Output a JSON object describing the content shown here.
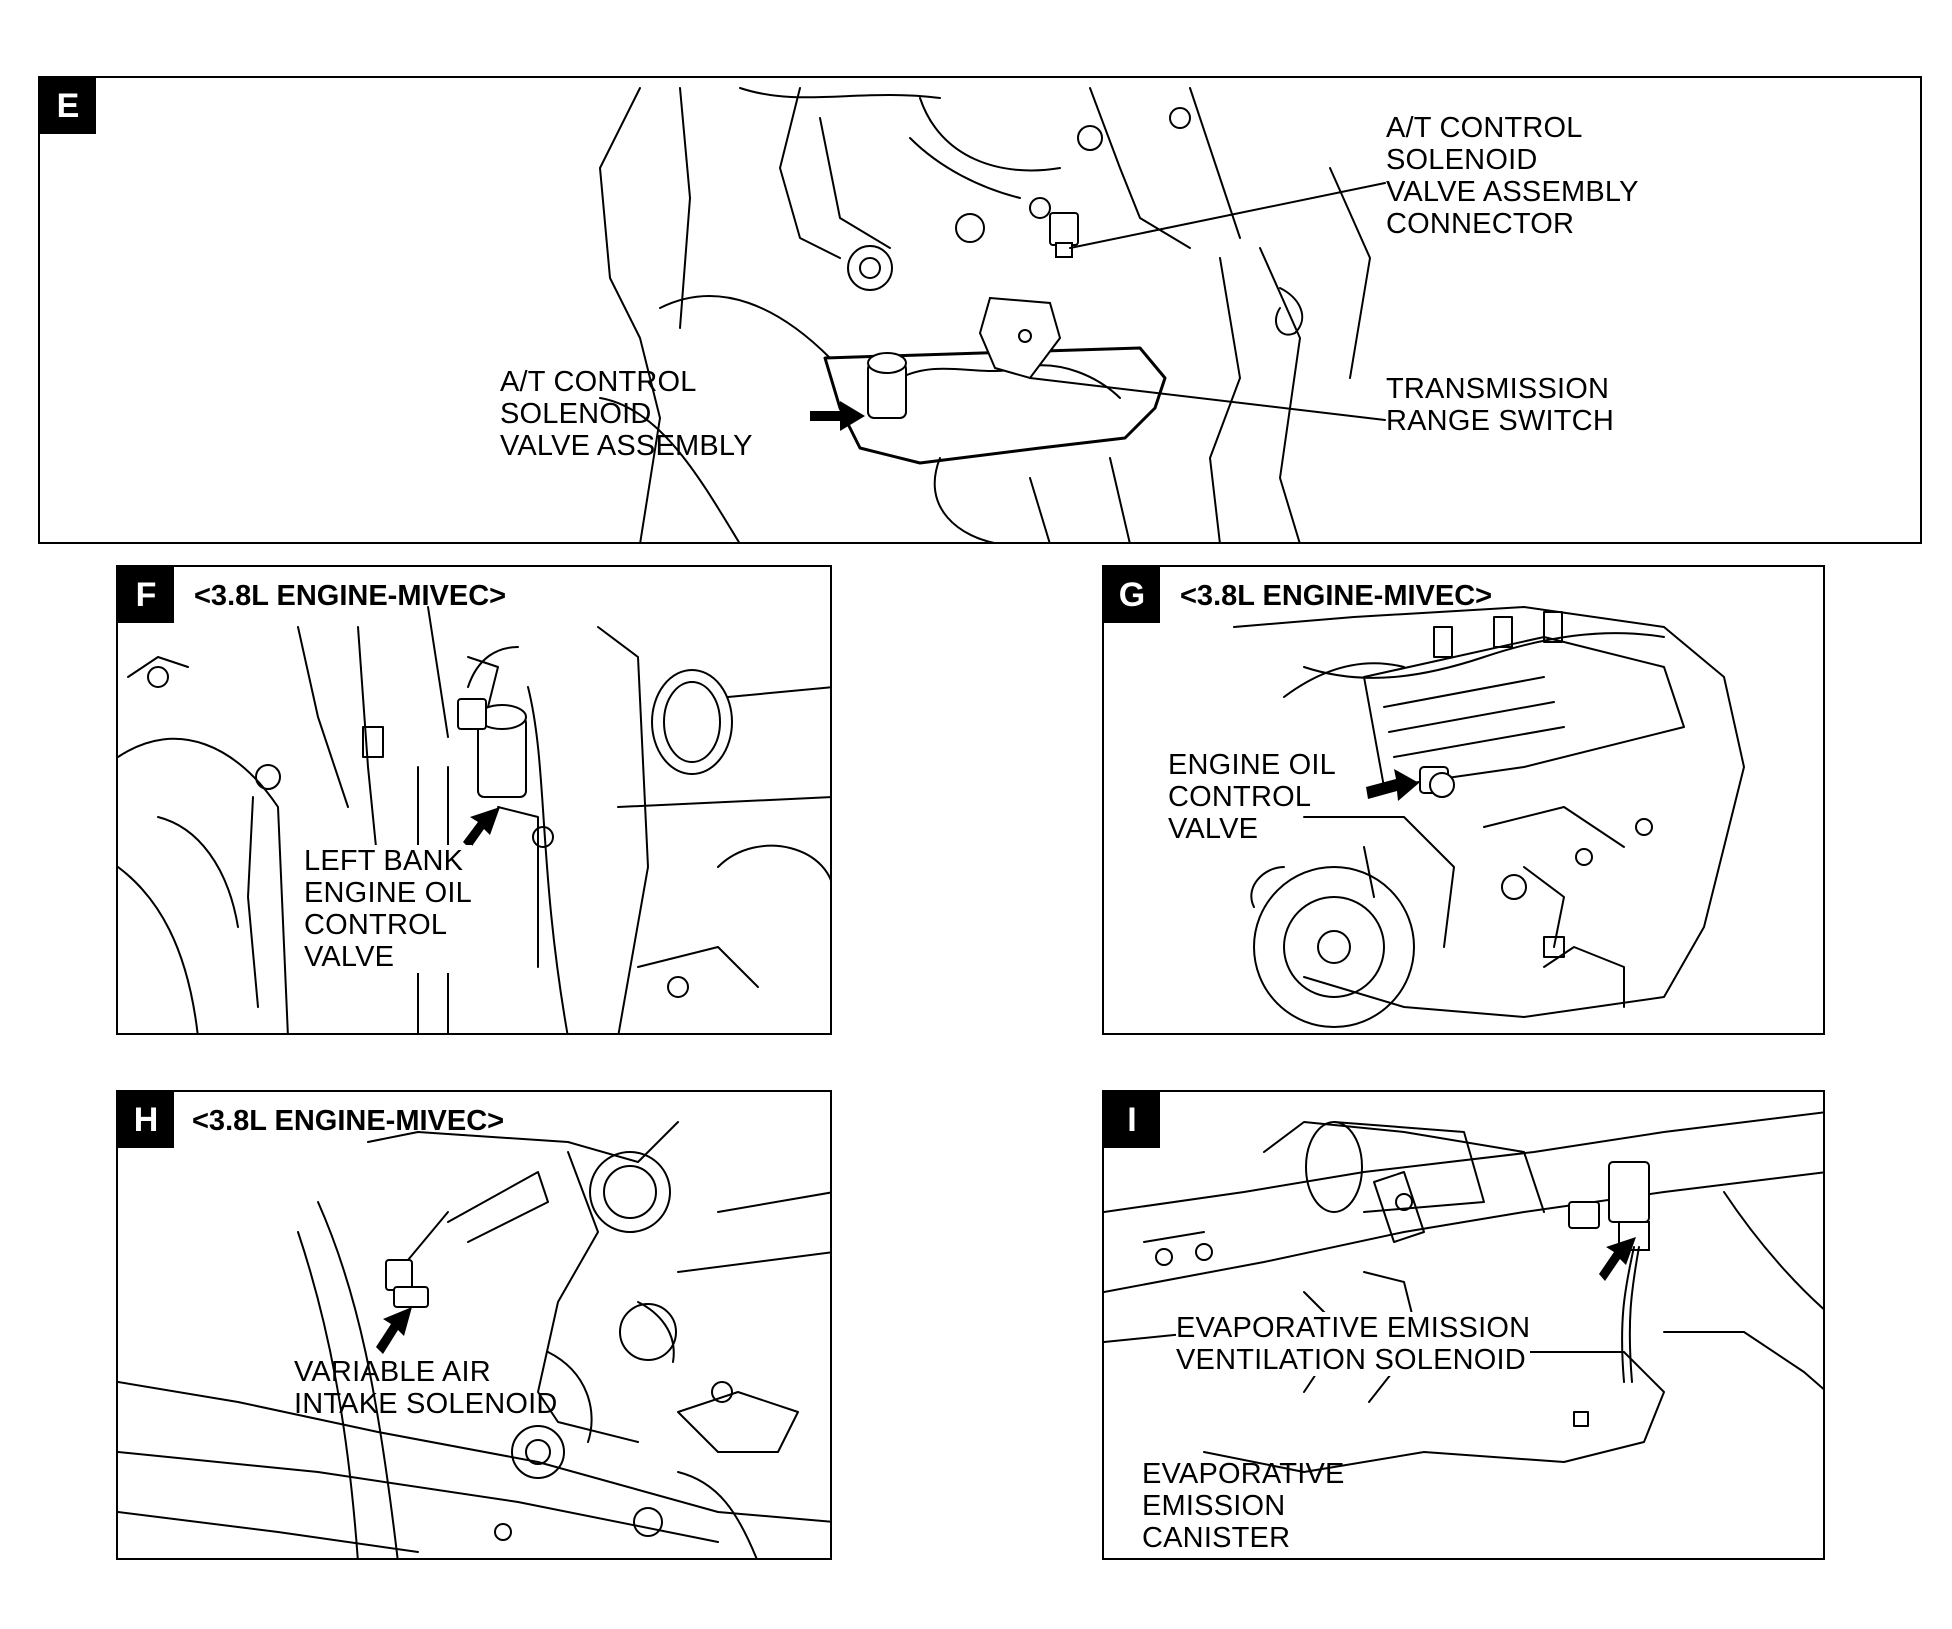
{
  "panels": {
    "e": {
      "tag": "E",
      "labels": {
        "connector": "A/T CONTROL\nSOLENOID\nVALVE ASSEMBLY\nCONNECTOR",
        "solenoid_valve": "A/T CONTROL\nSOLENOID\nVALVE ASSEMBLY",
        "range_switch": "TRANSMISSION\nRANGE SWITCH"
      }
    },
    "f": {
      "tag": "F",
      "subtitle": "<3.8L ENGINE-MIVEC>",
      "labels": {
        "oil_valve": "LEFT BANK\nENGINE OIL\nCONTROL\nVALVE"
      }
    },
    "g": {
      "tag": "G",
      "subtitle": "<3.8L ENGINE-MIVEC>",
      "labels": {
        "oil_valve": "ENGINE OIL\nCONTROL\nVALVE"
      }
    },
    "h": {
      "tag": "H",
      "subtitle": "<3.8L ENGINE-MIVEC>",
      "labels": {
        "air_intake": "VARIABLE AIR\nINTAKE SOLENOID"
      }
    },
    "i": {
      "tag": "I",
      "labels": {
        "vent_solenoid": "EVAPORATIVE EMISSION\nVENTILATION SOLENOID",
        "canister": "EVAPORATIVE\nEMISSION\nCANISTER"
      }
    }
  }
}
